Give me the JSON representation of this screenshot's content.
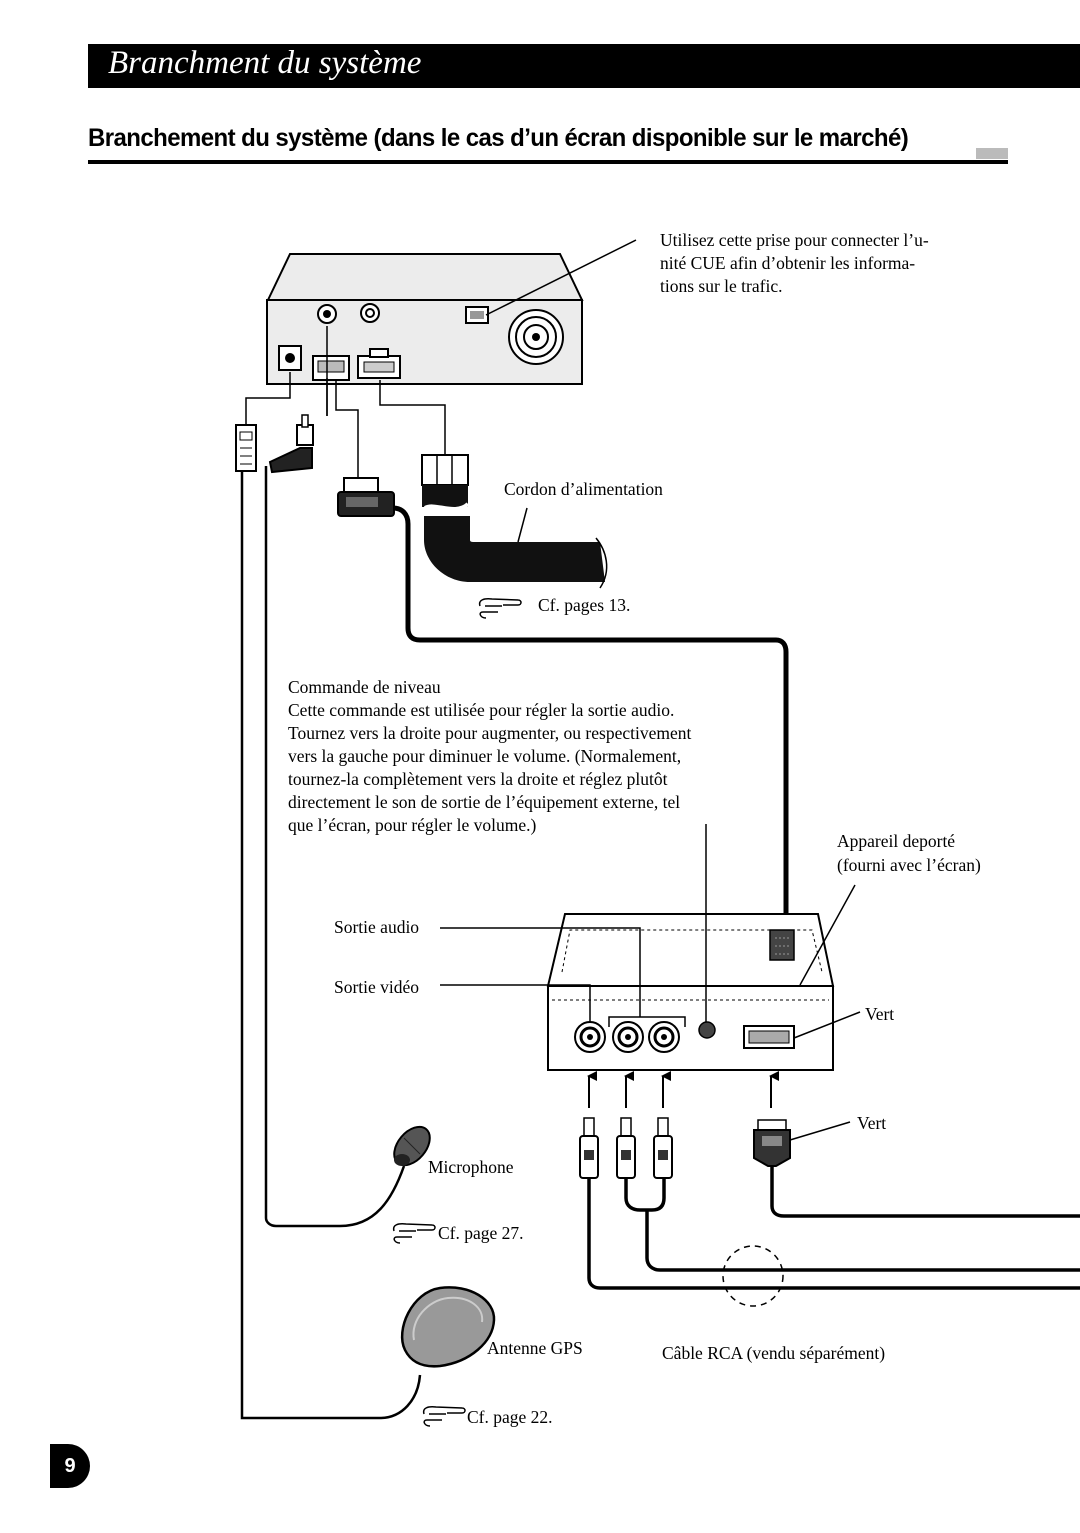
{
  "header": {
    "title": "Branchment du système"
  },
  "section": {
    "title": "Branchement du système (dans le cas d’un écran disponible sur le marché)"
  },
  "labels": {
    "cue_note": [
      "Utilisez cette prise pour connecter l’u-",
      "nité CUE afin d’obtenir les informa-",
      "tions sur le trafic."
    ],
    "power_cord": "Cordon d’alimentation",
    "power_ref": "Cf. pages 13.",
    "level_title": "Commande de niveau",
    "level_desc": [
      "Cette commande est utilisée pour régler la sortie audio.",
      "Tournez vers la droite pour augmenter, ou respectivement",
      "vers la gauche pour diminuer le volume. (Normalement,",
      "tournez-la complètement vers la droite et réglez plutôt",
      "directement le son de sortie de l’équipement externe, tel",
      "que l’écran, pour régler le volume.)"
    ],
    "remote_unit": [
      "Appareil deporté",
      "(fourni avec l’écran)"
    ],
    "audio_out": "Sortie audio",
    "video_out": "Sortie vidéo",
    "green_1": "Vert",
    "green_2": "Vert",
    "microphone": "Microphone",
    "mic_ref": "Cf. page 27.",
    "gps": "Antenne GPS",
    "gps_ref": "Cf. page 22.",
    "rca_cable": "Câble RCA (vendu séparément)"
  },
  "icons": {
    "reference": "pointing-hand-icon"
  },
  "page_number": "9"
}
